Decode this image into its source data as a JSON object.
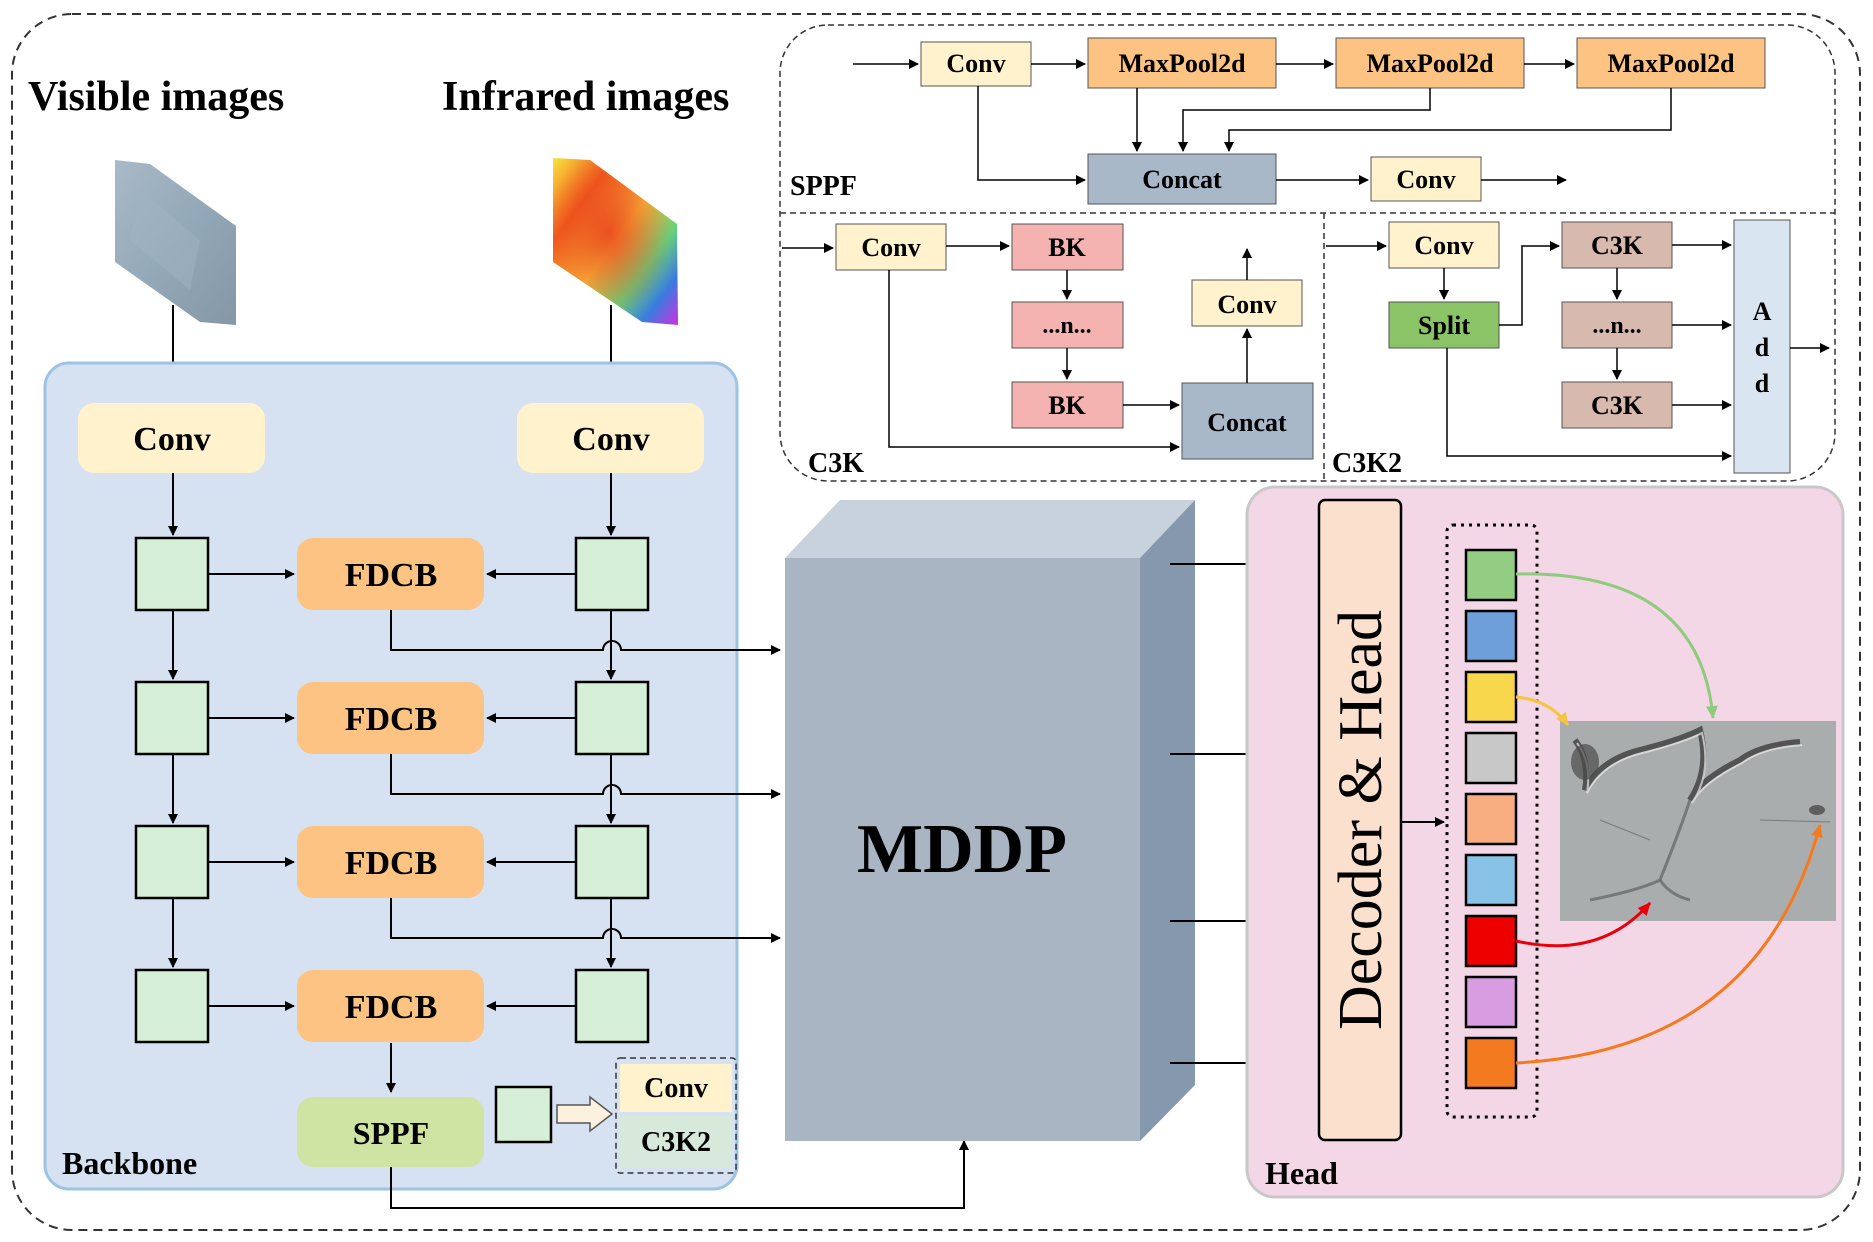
{
  "inputs": {
    "visible": "Visible images",
    "infrared": "Infrared images"
  },
  "backbone": {
    "title": "Backbone",
    "conv_label": "Conv",
    "fdcb_label": "FDCB",
    "sppf_label": "SPPF",
    "legend": {
      "conv": "Conv",
      "c3k2": "C3K2"
    }
  },
  "mddp": {
    "label": "MDDP"
  },
  "head": {
    "title": "Head",
    "decoder_label": "Decoder & Head"
  },
  "sppf_detail": {
    "title": "SPPF",
    "conv": "Conv",
    "maxpool": "MaxPool2d",
    "concat": "Concat"
  },
  "c3k_detail": {
    "title": "C3K",
    "conv": "Conv",
    "bk": "BK",
    "ellipsis": "...n...",
    "concat": "Concat"
  },
  "c3k2_detail": {
    "title": "C3K2",
    "conv": "Conv",
    "split": "Split",
    "c3k": "C3K",
    "ellipsis": "...n...",
    "add_letters": [
      "A",
      "d",
      "d"
    ]
  },
  "colors": {
    "conv": "#FFF2CC",
    "fdcb": "#FCC383",
    "maxpool": "#FCC383",
    "concat": "#A9B8C9",
    "bk": "#F4B3B0",
    "c3k": "#D8B9AE",
    "split": "#8BC466",
    "add": "#DAE5F2",
    "sppf_block": "#CFE3A3",
    "feature": "#D6F0D8",
    "backbone_bg": "#D6E2F2",
    "head_bg": "#F4D7E6",
    "decoder": "#FBE0CE"
  },
  "palette_colors": [
    "#92CD83",
    "#6E9FD8",
    "#F8D74C",
    "#C8C8C8",
    "#F8AE80",
    "#88C2E6",
    "#EE0000",
    "#D89CE0",
    "#F47A1F"
  ]
}
